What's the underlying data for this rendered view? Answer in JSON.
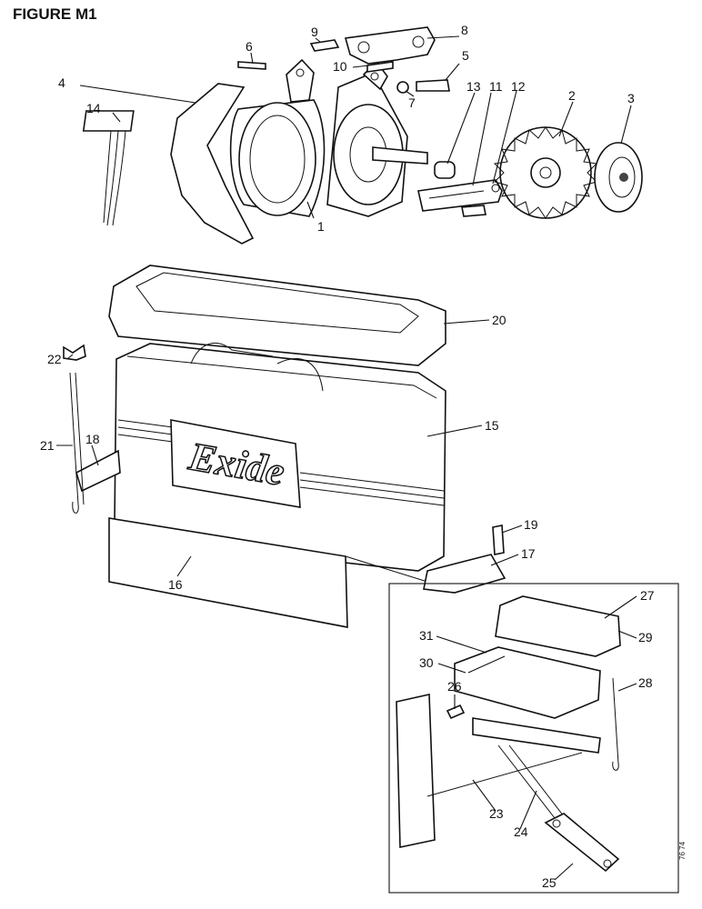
{
  "figure_title": "FIGURE M1",
  "brand_logo": "Exide",
  "drawing_code": "76 74",
  "callouts": [
    "1",
    "2",
    "3",
    "4",
    "5",
    "6",
    "7",
    "8",
    "9",
    "10",
    "11",
    "12",
    "13",
    "14",
    "15",
    "16",
    "17",
    "18",
    "19",
    "20",
    "21",
    "22",
    "23",
    "24",
    "25",
    "26",
    "27",
    "28",
    "29",
    "30",
    "31"
  ]
}
